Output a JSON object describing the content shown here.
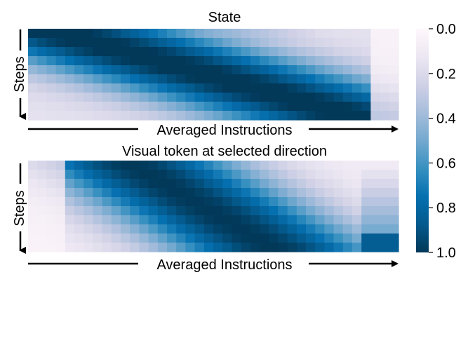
{
  "chart_data": [
    {
      "type": "heatmap",
      "title": "State",
      "xlabel": "Averaged Instructions",
      "ylabel": "Steps",
      "colormap": "PuBu",
      "vmin": 0.0,
      "vmax": 1.0,
      "rows": 10,
      "cols": 40,
      "description_of_pattern": "dark band descending from top-left to bottom-right; bright at bottom-left and top-right"
    },
    {
      "type": "heatmap",
      "title": "Visual token at selected direction",
      "xlabel": "Averaged Instructions",
      "ylabel": "Steps",
      "colormap": "PuBu",
      "vmin": 0.0,
      "vmax": 1.0,
      "rows": 10,
      "cols": 40
    }
  ],
  "colorbar": {
    "ticks": [
      "0.0",
      "0.2",
      "0.4",
      "0.6",
      "0.8",
      "1.0"
    ],
    "colors": [
      "#fff7fb",
      "#ece7f2",
      "#d0d1e6",
      "#a6bddb",
      "#74a9cf",
      "#3690c0",
      "#0570b0",
      "#045a8d",
      "#023858"
    ]
  }
}
